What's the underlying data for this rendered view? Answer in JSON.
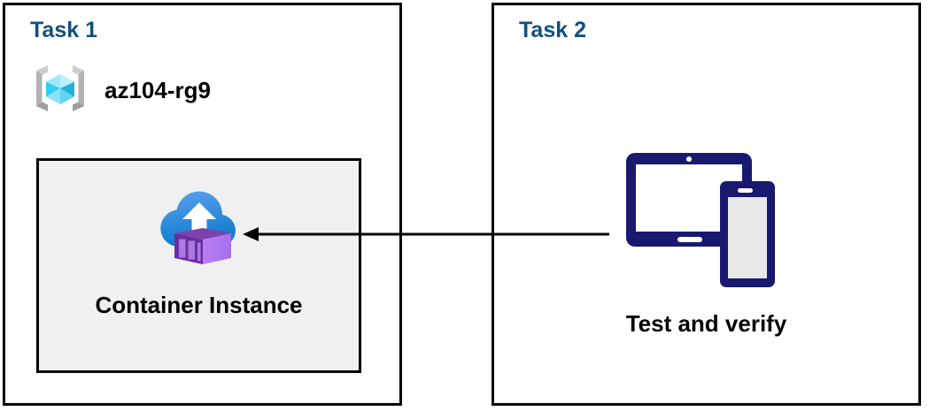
{
  "diagram": {
    "title": "Azure Container Instance task diagram",
    "background_color": "#ffffff",
    "panel_border_color": "#000000",
    "title_color": "#12507e",
    "text_color": "#000000",
    "box_fill_color": "#f0f0f0",
    "device_icon_color": "#191970"
  },
  "panels": [
    {
      "id": "task1",
      "title": "Task 1",
      "resource_group": {
        "name": "az104-rg9",
        "icon": "azure-resource-group-icon"
      },
      "resource": {
        "label": "Container Instance",
        "icon": "azure-container-instance-icon"
      }
    },
    {
      "id": "task2",
      "title": "Task 2",
      "action": {
        "label": "Test and verify",
        "icon": "devices-tablet-phone-icon"
      }
    }
  ],
  "connector": {
    "name": "arrow-task2-to-container-instance",
    "direction": "left",
    "color": "#000000",
    "from": "Test and verify",
    "to": "Container Instance"
  }
}
